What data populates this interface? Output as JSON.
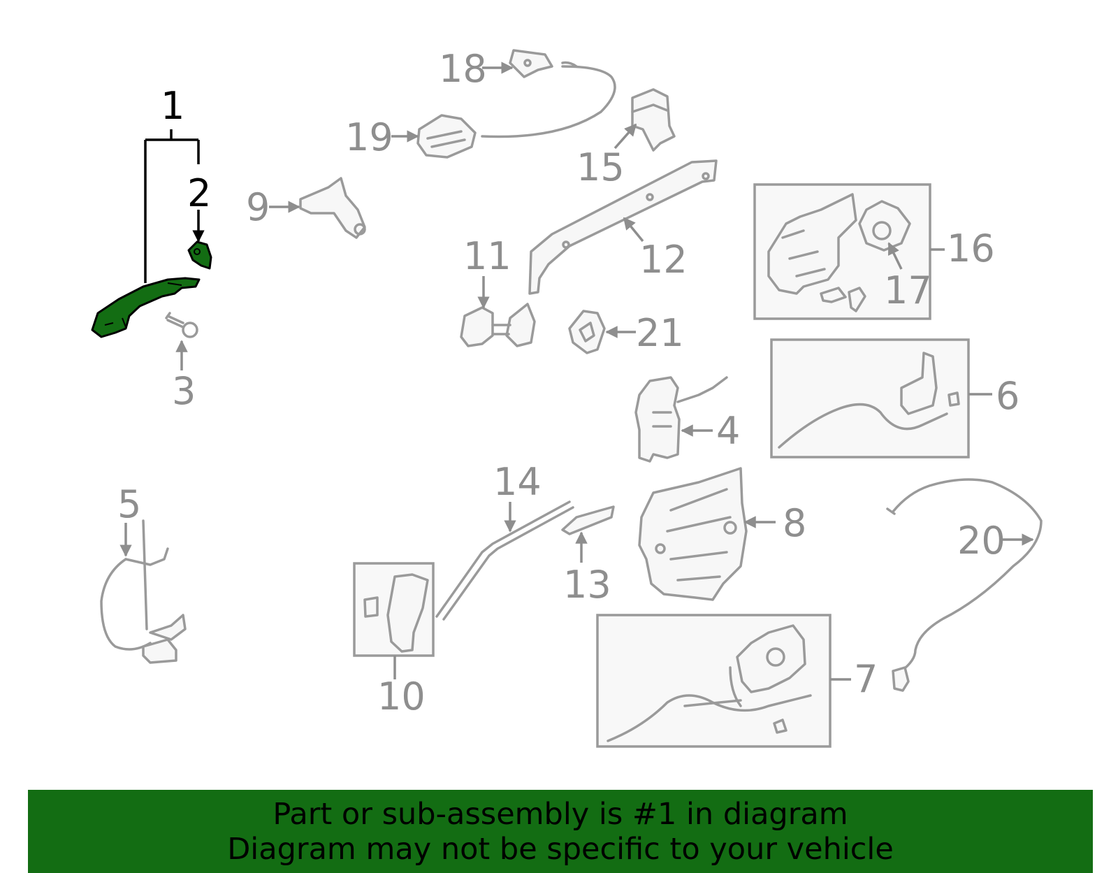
{
  "labels": {
    "p1": "1",
    "p2": "2",
    "p3": "3",
    "p4": "4",
    "p5": "5",
    "p6": "6",
    "p7": "7",
    "p8": "8",
    "p9": "9",
    "p10": "10",
    "p11": "11",
    "p12": "12",
    "p13": "13",
    "p14": "14",
    "p15": "15",
    "p16": "16",
    "p17": "17",
    "p18": "18",
    "p19": "19",
    "p20": "20",
    "p21": "21"
  },
  "banner": {
    "line1": "Part or sub-assembly is #1 in diagram",
    "line2": "Diagram may not be specific to your vehicle"
  },
  "colors": {
    "highlight": "#136d13",
    "banner": "#136d13",
    "part_stroke": "#9a9a9a",
    "label": "#8e8e8e"
  }
}
